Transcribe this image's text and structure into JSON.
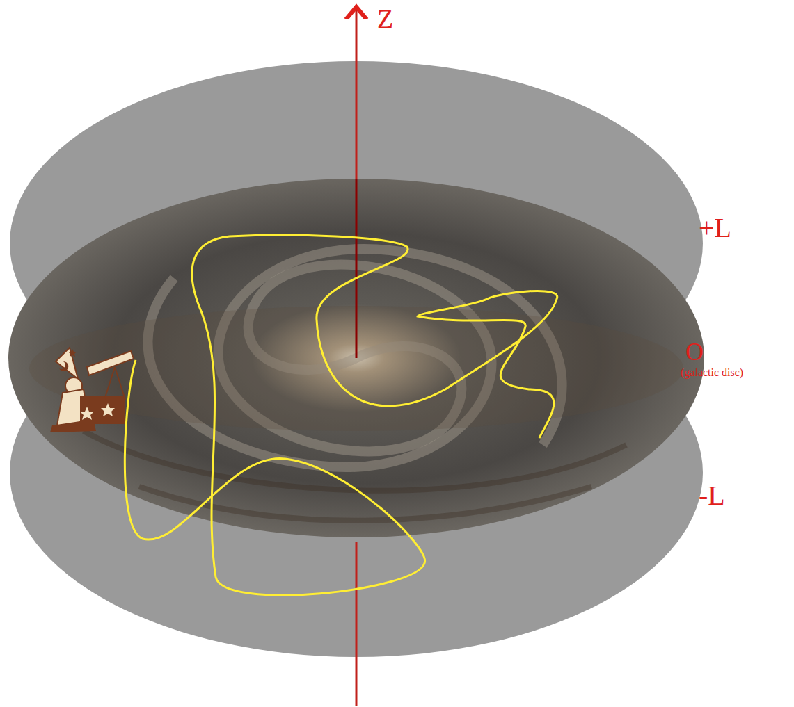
{
  "diagram": {
    "labels": [
      "Z",
      "+L",
      "O",
      "(galactic disc)",
      "-L"
    ]
  }
}
